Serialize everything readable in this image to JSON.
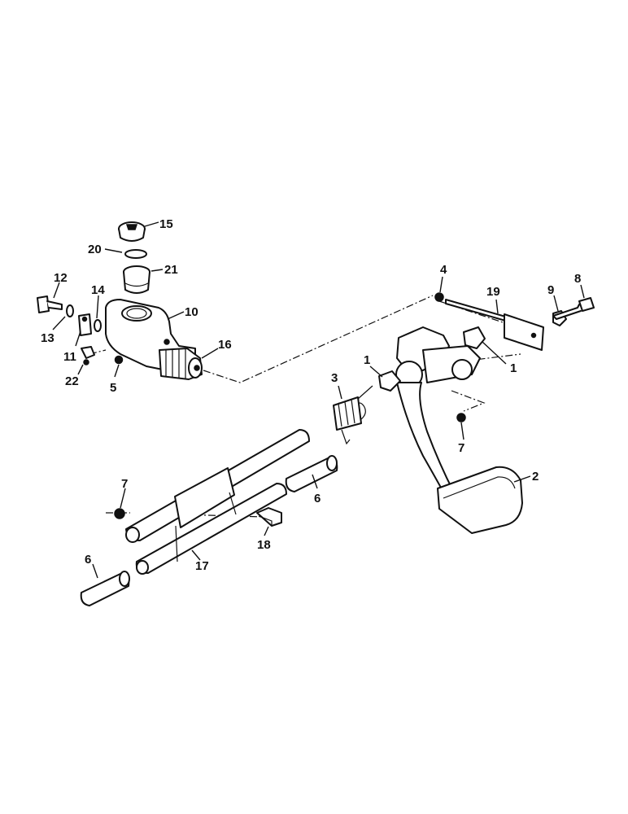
{
  "callouts": [
    {
      "id": "c15",
      "text": "15"
    },
    {
      "id": "c20",
      "text": "20"
    },
    {
      "id": "c21",
      "text": "21"
    },
    {
      "id": "c12",
      "text": "12"
    },
    {
      "id": "c14",
      "text": "14"
    },
    {
      "id": "c10",
      "text": "10"
    },
    {
      "id": "c13",
      "text": "13"
    },
    {
      "id": "c11",
      "text": "11"
    },
    {
      "id": "c22",
      "text": "22"
    },
    {
      "id": "c16",
      "text": "16"
    },
    {
      "id": "c5",
      "text": "5"
    },
    {
      "id": "c4",
      "text": "4"
    },
    {
      "id": "c19",
      "text": "19"
    },
    {
      "id": "c9",
      "text": "9"
    },
    {
      "id": "c8",
      "text": "8"
    },
    {
      "id": "c1a",
      "text": "1"
    },
    {
      "id": "c1b",
      "text": "1"
    },
    {
      "id": "c3",
      "text": "3"
    },
    {
      "id": "c7a",
      "text": "7"
    },
    {
      "id": "c2",
      "text": "2"
    },
    {
      "id": "c6a",
      "text": "6"
    },
    {
      "id": "c7b",
      "text": "7"
    },
    {
      "id": "c18",
      "text": "18"
    },
    {
      "id": "c17",
      "text": "17"
    },
    {
      "id": "c6b",
      "text": "6"
    }
  ]
}
